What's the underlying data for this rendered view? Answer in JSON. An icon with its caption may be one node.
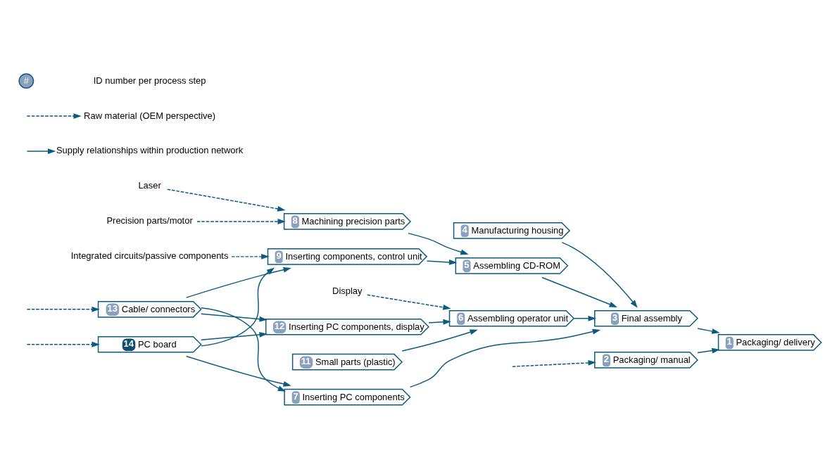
{
  "diagram": {
    "nodes": [
      {
        "text": [
          "Precision parts/motor"
        ]
      },
      {
        "text": [
          "Laser"
        ]
      },
      {
        "text": [
          "Integrated circuits/passive components"
        ]
      },
      {
        "text": [
          "4",
          "Manufacturing housing"
        ]
      },
      {
        "text": [
          "8",
          "Machining precision parts"
        ]
      },
      {
        "text": [
          "5",
          "Assembling CD-ROM"
        ]
      },
      {
        "text": [
          "9",
          "Inserting components, control unit"
        ]
      },
      {
        "text": [
          "3",
          "Final assembly"
        ]
      },
      {
        "text": [
          "1",
          "Packaging/ delivery"
        ]
      },
      {
        "text": [
          "13",
          "Cable/ connectors"
        ]
      },
      {
        "text": [
          "Display"
        ]
      },
      {
        "text": [
          "11",
          "Small parts (plastic)"
        ]
      },
      {
        "text": [
          "6",
          "Assembling operator unit"
        ]
      },
      {
        "text": [
          "2",
          "Packaging/ manual"
        ]
      },
      {
        "text": [
          "14",
          "PC board"
        ]
      },
      {
        "text": [
          "12",
          "Inserting PC components, display"
        ]
      },
      {
        "text": [
          "7",
          "Inserting PC components"
        ]
      }
    ],
    "edges": [
      {
        "from": 0,
        "to": 4,
        "arrow": "to",
        "style": "dashed"
      },
      {
        "from": 1,
        "to": 4,
        "arrow": "to",
        "style": "dashed"
      },
      {
        "from": 2,
        "to": 6,
        "arrow": "to",
        "style": "dashed"
      },
      {
        "from": null,
        "to": 9,
        "arrow": "to",
        "style": "dashed"
      },
      {
        "from": null,
        "to": 14,
        "arrow": "to",
        "style": "dashed"
      },
      {
        "from": 10,
        "to": 12,
        "arrow": "to",
        "style": "dashed"
      },
      {
        "from": null,
        "to": 13,
        "arrow": "to",
        "style": "dashed"
      },
      {
        "from": 4,
        "to": 5,
        "arrow": "to"
      },
      {
        "from": 6,
        "to": 5,
        "arrow": "to"
      },
      {
        "from": 9,
        "to": 6,
        "arrow": "to"
      },
      {
        "from": 14,
        "to": 6,
        "arrow": "to"
      },
      {
        "from": 14,
        "to": 15,
        "arrow": "to"
      },
      {
        "from": 9,
        "to": 15,
        "arrow": "to"
      },
      {
        "from": 14,
        "to": 16,
        "arrow": "to"
      },
      {
        "from": 9,
        "to": 16,
        "arrow": "to"
      },
      {
        "from": 11,
        "to": 12,
        "arrow": "to"
      },
      {
        "from": 15,
        "to": 12,
        "arrow": "to"
      },
      {
        "from": 3,
        "to": 7,
        "arrow": "to"
      },
      {
        "from": 5,
        "to": 7,
        "arrow": "to"
      },
      {
        "from": 12,
        "to": 7,
        "arrow": "to"
      },
      {
        "from": 16,
        "to": 7,
        "arrow": "to"
      },
      {
        "from": 7,
        "to": 8,
        "arrow": "to"
      },
      {
        "from": 13,
        "to": 8,
        "arrow": "to"
      }
    ],
    "labels": [
      "#"
    ],
    "legend": [
      {
        "text": "ID number per process step"
      },
      {
        "text": "Raw material (OEM perspective)"
      },
      {
        "text": "Supply relationships within production network"
      }
    ]
  }
}
